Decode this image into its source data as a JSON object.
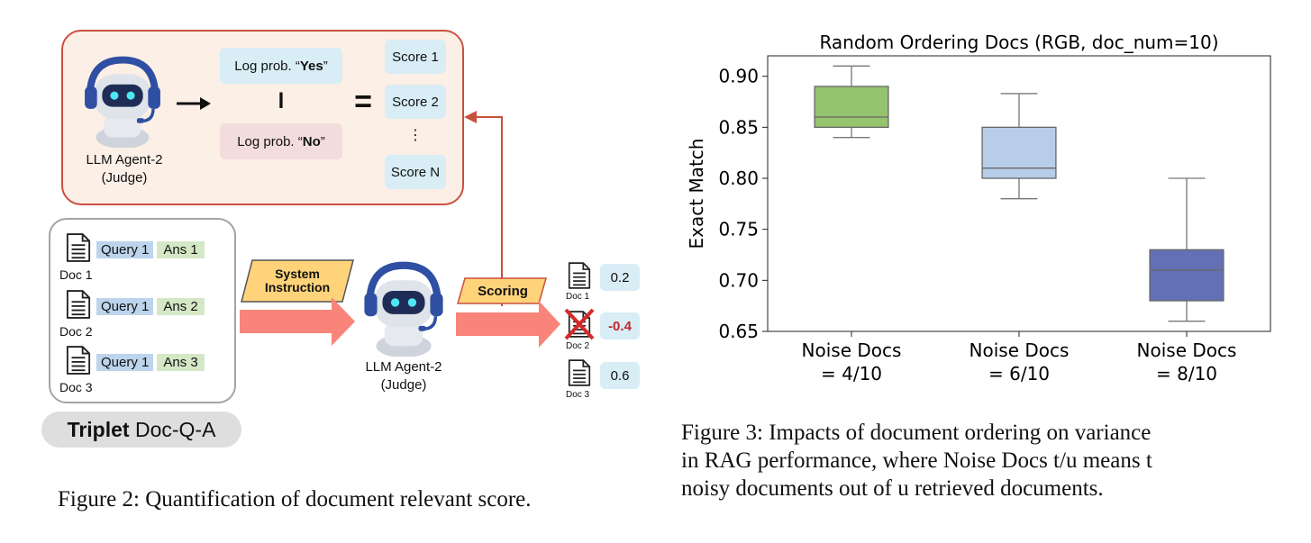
{
  "figure2": {
    "agent_top": {
      "name": "LLM Agent-2",
      "role": "(Judge)"
    },
    "log_yes": {
      "prefix": "Log prob. “",
      "word": "Yes",
      "suffix": "”"
    },
    "divider": "l",
    "log_no": {
      "prefix": "Log prob. “",
      "word": "No",
      "suffix": "”"
    },
    "equals": "=",
    "scores": [
      "Score 1",
      "Score 2",
      "⋮",
      "Score N"
    ],
    "triplets": [
      {
        "doc": "Doc 1",
        "query": "Query 1",
        "answer": "Ans 1"
      },
      {
        "doc": "Doc 2",
        "query": "Query 1",
        "answer": "Ans 2"
      },
      {
        "doc": "Doc 3",
        "query": "Query 1",
        "answer": "Ans 3"
      }
    ],
    "triplet_label": {
      "bold": "Triplet",
      "rest": " Doc-Q-A"
    },
    "system_instruction": "System Instruction",
    "agent_mid": {
      "name": "LLM Agent-2",
      "role": "(Judge)"
    },
    "scoring": "Scoring",
    "outputs": [
      {
        "doc": "Doc 1",
        "score": "0.2",
        "rejected": false
      },
      {
        "doc": "Doc 2",
        "score": "-0.4",
        "rejected": true
      },
      {
        "doc": "Doc 3",
        "score": "0.6",
        "rejected": false
      }
    ],
    "caption": "Figure 2: Quantification of document relevant score."
  },
  "colors": {
    "accent_red": "#c9503f",
    "arrow_salmon": "#f8847a",
    "judge_bg": "#fcefe6",
    "label_yellow": "#ffd37a",
    "negative_score": "#c0282b"
  },
  "chart_data": {
    "type": "box",
    "title": "Random Ordering Docs (RGB, doc_num=10)",
    "xlabel": "",
    "ylabel": "Exact Match",
    "ylim": [
      0.65,
      0.92
    ],
    "yticks": [
      "0.65",
      "0.70",
      "0.75",
      "0.80",
      "0.85",
      "0.90"
    ],
    "categories": [
      [
        "Noise Docs",
        "= 4/10"
      ],
      [
        "Noise Docs",
        "= 6/10"
      ],
      [
        "Noise Docs",
        "= 8/10"
      ]
    ],
    "boxes": [
      {
        "min": 0.84,
        "q1": 0.85,
        "median": 0.86,
        "q3": 0.89,
        "max": 0.91,
        "color": "#95c46e"
      },
      {
        "min": 0.78,
        "q1": 0.8,
        "median": 0.81,
        "q3": 0.85,
        "max": 0.883,
        "color": "#b8cde8"
      },
      {
        "min": 0.66,
        "q1": 0.68,
        "median": 0.71,
        "q3": 0.73,
        "max": 0.8,
        "color": "#6370b3"
      }
    ],
    "grid": false,
    "legend": "none"
  },
  "figure3": {
    "caption_lines": [
      "Figure 3: Impacts of document ordering on variance",
      "in RAG performance, where Noise Docs t/u means t",
      "noisy documents out of u retrieved documents."
    ]
  }
}
